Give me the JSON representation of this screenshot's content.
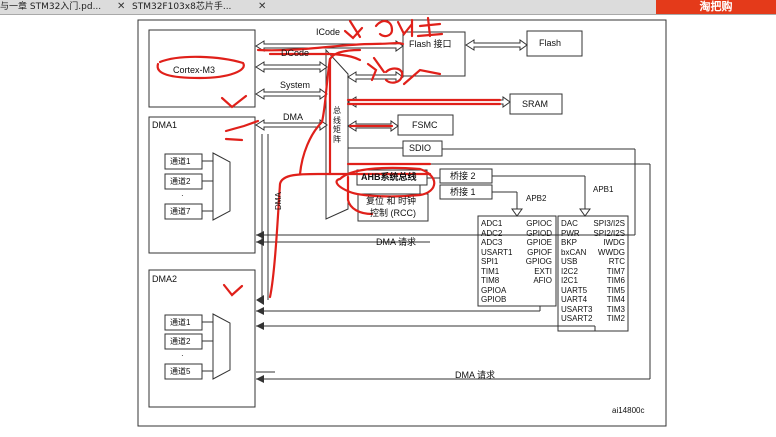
{
  "tabs": [
    {
      "label": "与一章 STM32入门.pd..."
    },
    {
      "label": "STM32F103x8芯片手..."
    }
  ],
  "brand": {
    "text": "淘把购"
  },
  "diagram": {
    "core": "Cortex-M3",
    "buses": {
      "icode": "ICode",
      "dcode": "DCode",
      "system": "System",
      "dma": "DMA",
      "dma_vertical": "DMA"
    },
    "flash_if": "Flash 接口",
    "flash": "Flash",
    "sram": "SRAM",
    "fsmc": "FSMC",
    "sdio": "SDIO",
    "matrix": "总 线 矩 阵",
    "ahb": "AHB系统总线",
    "bridge2": "桥接 2",
    "bridge1": "桥接 1",
    "rcc_line1": "复位 和 时钟",
    "rcc_line2": "控制 (RCC)",
    "apb2": "APB2",
    "apb1": "APB1",
    "dma1": {
      "title": "DMA1",
      "channels": [
        "通道1",
        "通道2",
        "·",
        "通道7"
      ]
    },
    "dma2": {
      "title": "DMA2",
      "channels": [
        "通道1",
        "通道2",
        "·",
        "通道5"
      ]
    },
    "dma_request_1": "DMA 请求",
    "dma_request_2": "DMA 请求",
    "apb2_col1": [
      "ADC1",
      "ADC2",
      "ADC3",
      "USART1",
      "SPI1",
      "TIM1",
      "TIM8",
      "GPIOA",
      "GPIOB"
    ],
    "apb2_col2": [
      "GPIOC",
      "GPIOD",
      "GPIOE",
      "GPIOF",
      "GPIOG",
      "EXTI",
      "AFIO"
    ],
    "apb1_col1": [
      "DAC",
      "PWR",
      "BKP",
      "bxCAN",
      "USB",
      "I2C2",
      "I2C1",
      "UART5",
      "UART4",
      "USART3",
      "USART2"
    ],
    "apb1_col2": [
      "SPI3/I2S",
      "SPI2/I2S",
      "IWDG",
      "WWDG",
      "RTC",
      "TIM7",
      "TIM6",
      "TIM5",
      "TIM4",
      "TIM3",
      "TIM2"
    ],
    "figure_id": "ai14800c"
  },
  "annotation_color": "#e0201a"
}
